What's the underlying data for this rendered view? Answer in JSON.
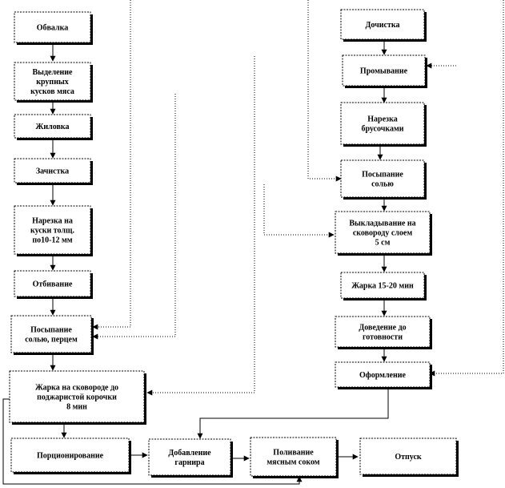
{
  "nodes": {
    "obvalka": [
      "Обвалка"
    ],
    "vydelenie": [
      "Выделение",
      "крупных",
      "кусков мяса"
    ],
    "zhilovka": [
      "Жиловка"
    ],
    "zachistka_left": [
      "Зачистка"
    ],
    "narezka_kuski": [
      "Нарезка на",
      "куски толщ.",
      "по10-12 мм"
    ],
    "otbivanie": [
      "Отбивание"
    ],
    "posypanie_perets": [
      "Посыпание",
      "солью, перцем"
    ],
    "zharka_korochki": [
      "Жарка на сковороде до",
      "поджаристой корочки",
      "8 мин"
    ],
    "portsionirovanie": [
      "Порционирование"
    ],
    "dobavlenie_garnira": [
      "Добавление",
      "гарнира"
    ],
    "polivanie": [
      "Поливание",
      "мясным соком"
    ],
    "otpusk": [
      "Отпуск"
    ],
    "dochistka": [
      "Дочистка"
    ],
    "promyvanie": [
      "Промывание"
    ],
    "narezka_brusochkami": [
      "Нарезка",
      "брусочками"
    ],
    "posypanie_solyu": [
      "Посыпание",
      "солью"
    ],
    "vykladyvanie": [
      "Выкладывание  на",
      "сковороду слоем",
      "5 см"
    ],
    "zharka_15_20": [
      "Жарка 15-20 мин"
    ],
    "dovedenie": [
      "Доведение  до",
      "готовности"
    ],
    "oformlenie": [
      "Оформление"
    ]
  }
}
